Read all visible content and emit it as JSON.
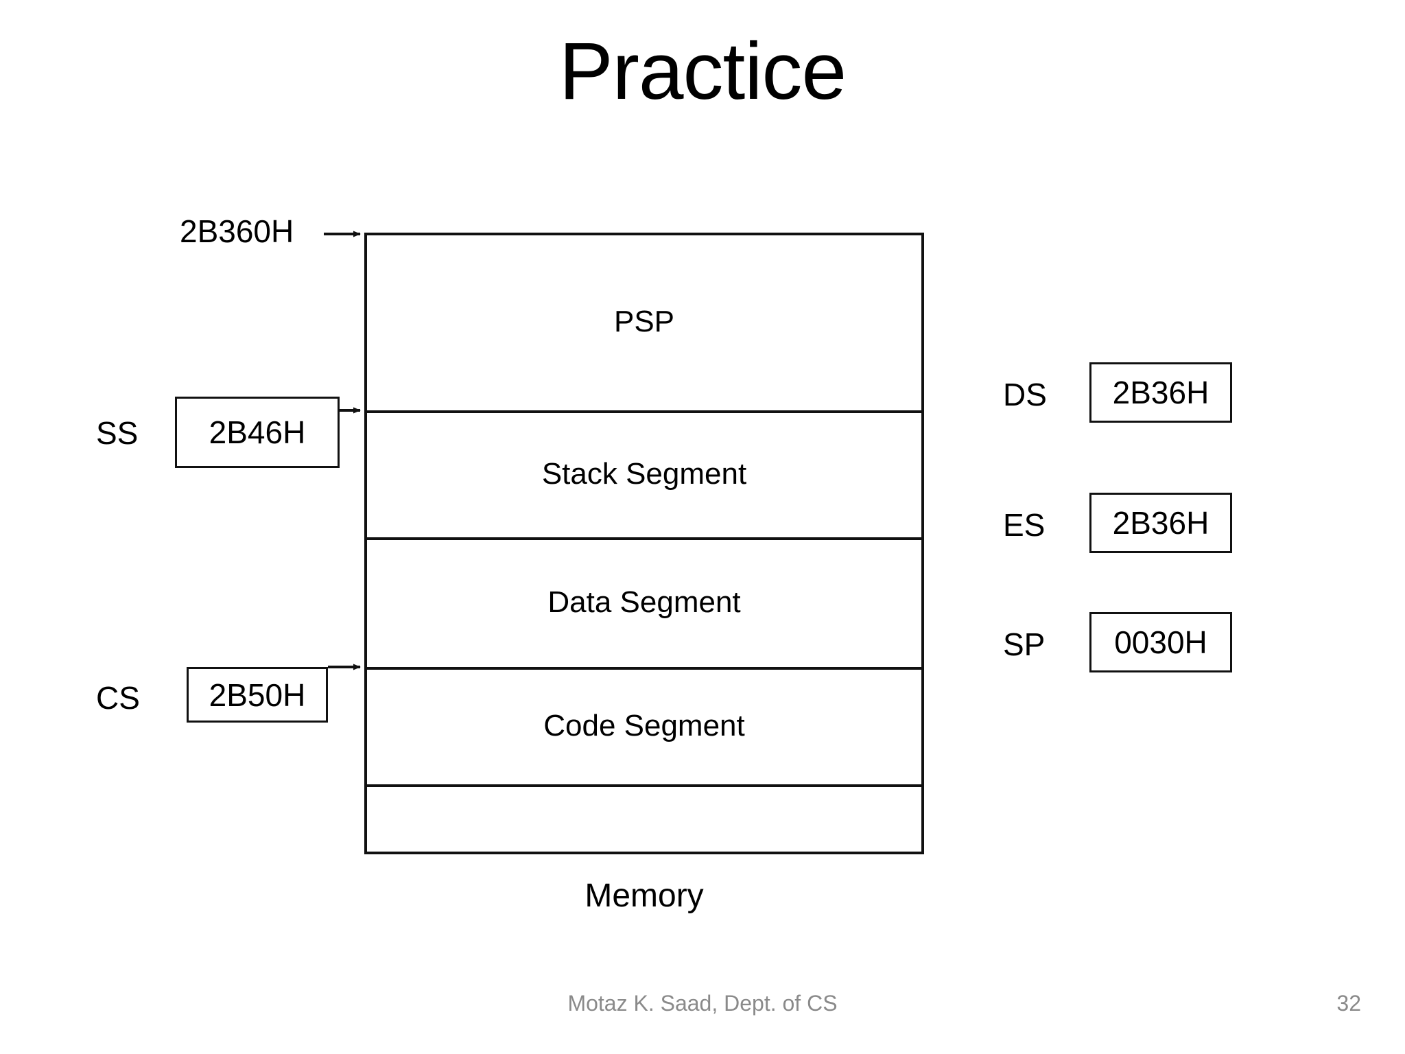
{
  "slide": {
    "title": "Practice",
    "page_number": "32",
    "author_footer": "Motaz K. Saad, Dept. of CS"
  },
  "memory": {
    "caption": "Memory",
    "top_address": "2B360H",
    "rows": [
      {
        "label": "PSP"
      },
      {
        "label": "Stack Segment"
      },
      {
        "label": "Data Segment"
      },
      {
        "label": "Code Segment"
      },
      {
        "label": ""
      }
    ]
  },
  "left_registers": [
    {
      "name": "SS",
      "value": "2B46H"
    },
    {
      "name": "CS",
      "value": "2B50H"
    }
  ],
  "right_registers": [
    {
      "name": "DS",
      "value": "2B36H"
    },
    {
      "name": "ES",
      "value": "2B36H"
    },
    {
      "name": "SP",
      "value": "0030H"
    }
  ],
  "colors": {
    "stroke": "#111111",
    "text": "#000000",
    "footer_text": "#8a8a8a",
    "background": "#ffffff"
  }
}
